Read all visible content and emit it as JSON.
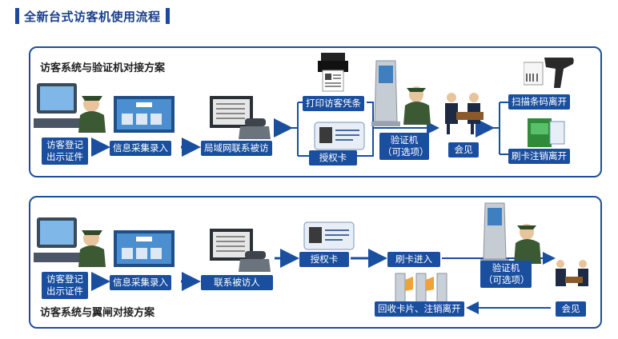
{
  "header": {
    "title": "全新台式访客机使用流程"
  },
  "panel1": {
    "title": "访客系统与验证机对接方案",
    "labels": {
      "register": "访客登记\n出示证件",
      "collect": "信息采集录入",
      "lan": "局域网联系被访",
      "print": "打印访客凭条",
      "card": "授权卡",
      "verify": "验证机\n（可选项）",
      "meet": "会见",
      "scan": "扫描条码离开",
      "swipe": "刷卡注销离开"
    }
  },
  "panel2": {
    "title": "访客系统与翼闸对接方案",
    "labels": {
      "register": "访客登记\n出示证件",
      "collect": "信息采集录入",
      "contact": "联系被访人",
      "card": "授权卡",
      "enter": "刷卡进入",
      "verify": "验证机\n（可选项）",
      "meet": "会见",
      "recycle": "回收卡片、注销离开"
    }
  },
  "colors": {
    "accent": "#1a4fa0",
    "border": "#1e4f9a",
    "title": "#1a3f8a"
  }
}
